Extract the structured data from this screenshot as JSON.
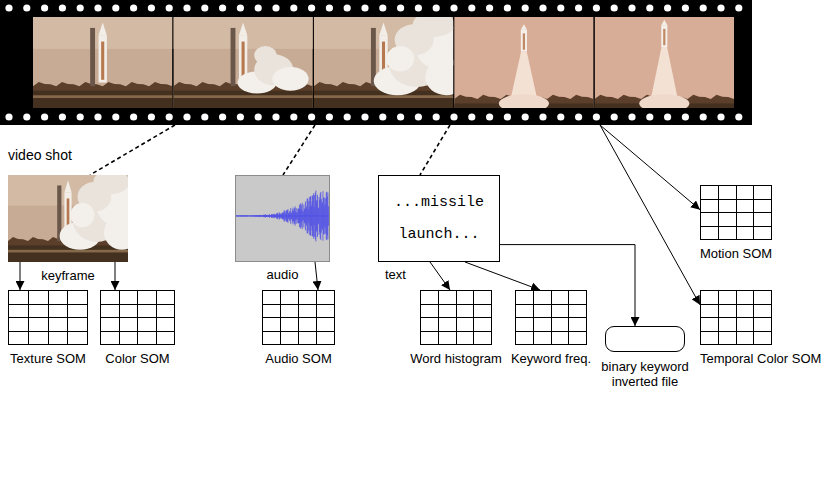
{
  "diagram": {
    "nodes": [
      {
        "text": [
          "video shot"
        ]
      },
      {
        "text": [
          "keyframe"
        ]
      },
      {
        "text": [
          "audio"
        ]
      },
      {
        "text": [
          "...missile launch...",
          "text"
        ]
      },
      {
        "text": [
          "Motion SOM"
        ]
      },
      {
        "text": [
          "Temporal Color SOM"
        ]
      },
      {
        "text": [
          "Texture SOM"
        ]
      },
      {
        "text": [
          "Color SOM"
        ]
      },
      {
        "text": [
          "Audio SOM"
        ]
      },
      {
        "text": [
          "Word histogram"
        ]
      },
      {
        "text": [
          "Keyword freq."
        ]
      },
      {
        "text": [
          "binary keyword inverted file"
        ]
      }
    ],
    "edges": [
      {
        "from": 0,
        "to": 1,
        "arrow": "none"
      },
      {
        "from": 0,
        "to": 2,
        "arrow": "none"
      },
      {
        "from": 0,
        "to": 3,
        "arrow": "none"
      },
      {
        "from": 0,
        "to": 4,
        "arrow": "to"
      },
      {
        "from": 0,
        "to": 5,
        "arrow": "to"
      },
      {
        "from": 1,
        "to": 6,
        "arrow": "to"
      },
      {
        "from": 1,
        "to": 7,
        "arrow": "to"
      },
      {
        "from": 2,
        "to": 8,
        "arrow": "to"
      },
      {
        "from": 3,
        "to": 9,
        "arrow": "to"
      },
      {
        "from": 3,
        "to": 10,
        "arrow": "to"
      },
      {
        "from": 3,
        "to": 11,
        "arrow": "to"
      }
    ]
  }
}
